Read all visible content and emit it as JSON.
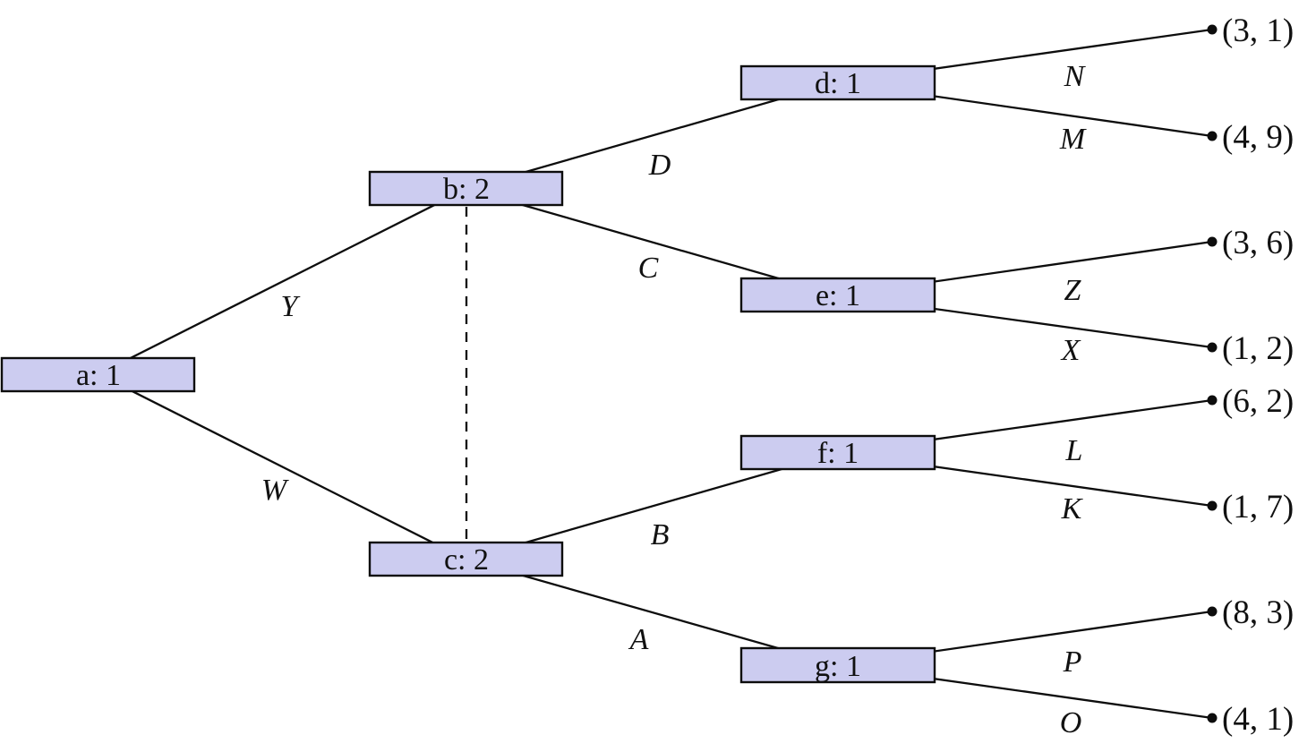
{
  "diagram": {
    "kind": "extensive-form game tree",
    "background_color": "#ffffff",
    "node_fill_color": "#ccccf0",
    "node_border_color": "#0d0d0d",
    "edge_color": "#0d0d0d",
    "nodes": [
      {
        "id": "a",
        "label": "a: 1",
        "player": "1"
      },
      {
        "id": "b",
        "label": "b: 2",
        "player": "2"
      },
      {
        "id": "c",
        "label": "c: 2",
        "player": "2"
      },
      {
        "id": "d",
        "label": "d: 1",
        "player": "1"
      },
      {
        "id": "e",
        "label": "e: 1",
        "player": "1"
      },
      {
        "id": "f",
        "label": "f: 1",
        "player": "1"
      },
      {
        "id": "g",
        "label": "g: 1",
        "player": "1"
      }
    ],
    "edges": [
      {
        "from": "a",
        "to": "b",
        "label": "Y"
      },
      {
        "from": "a",
        "to": "c",
        "label": "W"
      },
      {
        "from": "b",
        "to": "d",
        "label": "D"
      },
      {
        "from": "b",
        "to": "e",
        "label": "C"
      },
      {
        "from": "c",
        "to": "f",
        "label": "B"
      },
      {
        "from": "c",
        "to": "g",
        "label": "A"
      },
      {
        "from": "d",
        "to": "leaf-0",
        "label": "N"
      },
      {
        "from": "d",
        "to": "leaf-1",
        "label": "M"
      },
      {
        "from": "e",
        "to": "leaf-2",
        "label": "Z"
      },
      {
        "from": "e",
        "to": "leaf-3",
        "label": "X"
      },
      {
        "from": "f",
        "to": "leaf-4",
        "label": "L"
      },
      {
        "from": "f",
        "to": "leaf-5",
        "label": "K"
      },
      {
        "from": "g",
        "to": "leaf-6",
        "label": "P"
      },
      {
        "from": "g",
        "to": "leaf-7",
        "label": "O"
      }
    ],
    "leaves": [
      {
        "id": "leaf-0",
        "payoff": "(3, 1)"
      },
      {
        "id": "leaf-1",
        "payoff": "(4, 9)"
      },
      {
        "id": "leaf-2",
        "payoff": "(3, 6)"
      },
      {
        "id": "leaf-3",
        "payoff": "(1, 2)"
      },
      {
        "id": "leaf-4",
        "payoff": "(6, 2)"
      },
      {
        "id": "leaf-5",
        "payoff": "(1, 7)"
      },
      {
        "id": "leaf-6",
        "payoff": "(8, 3)"
      },
      {
        "id": "leaf-7",
        "payoff": "(4, 1)"
      }
    ],
    "information_set": {
      "members": [
        "b",
        "c"
      ],
      "style": "dashed vertical connector"
    }
  }
}
